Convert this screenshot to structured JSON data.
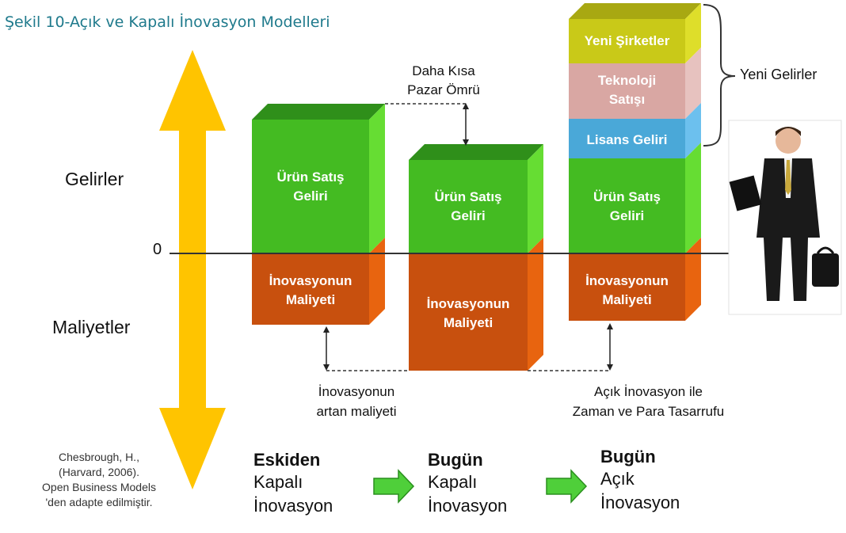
{
  "caption": "Şekil 10-Açık ve Kapalı İnovasyon Modelleri",
  "axis": {
    "revenues": "Gelirler",
    "zero": "0",
    "costs": "Maliyetler"
  },
  "columns": [
    {
      "revenue": "Ürün Satış\nGeliri",
      "cost": "İnovasyonun\nMaliyeti"
    },
    {
      "revenue": "Ürün Satış\nGeliri",
      "cost": "İnovasyonun\nMaliyeti"
    },
    {
      "revenue": "Ürün Satış\nGeliri",
      "cost": "İnovasyonun\nMaliyeti",
      "extras": [
        "Lisans Geliri",
        "Teknoloji\nSatışı",
        "Yeni Şirketler"
      ]
    }
  ],
  "annotations": {
    "shorter_market_life": "Daha Kısa\nPazar Ömrü",
    "new_revenues": "Yeni Gelirler",
    "rising_cost": "İnovasyonun\nartan maliyeti",
    "time_money_saving": "Açık İnovasyon ile\nZaman ve  Para Tasarrufu"
  },
  "stages": [
    {
      "head": "Eskiden",
      "line1": "Kapalı",
      "line2": "İnovasyon"
    },
    {
      "head": "Bugün",
      "line1": "Kapalı",
      "line2": "İnovasyon"
    },
    {
      "head": "Bugün",
      "line1": "Açık",
      "line2": "İnovasyon"
    }
  ],
  "source": "Chesbrough, H.,\n(Harvard, 2006).\nOpen Business Models\n'den adapte edilmiştir.",
  "colors": {
    "green": "#44bb22",
    "green_top": "#2f8f1a",
    "green_side": "#66dd33",
    "orange": "#c8500e",
    "orange_top": "#a9410a",
    "orange_side": "#e8640f",
    "lisans": "#4aa8d8",
    "teknoloji": "#d9a7a3",
    "yeni": "#c9c918",
    "arrow_yellow": "#ffc400",
    "small_arrow": "#4fcf3a"
  }
}
